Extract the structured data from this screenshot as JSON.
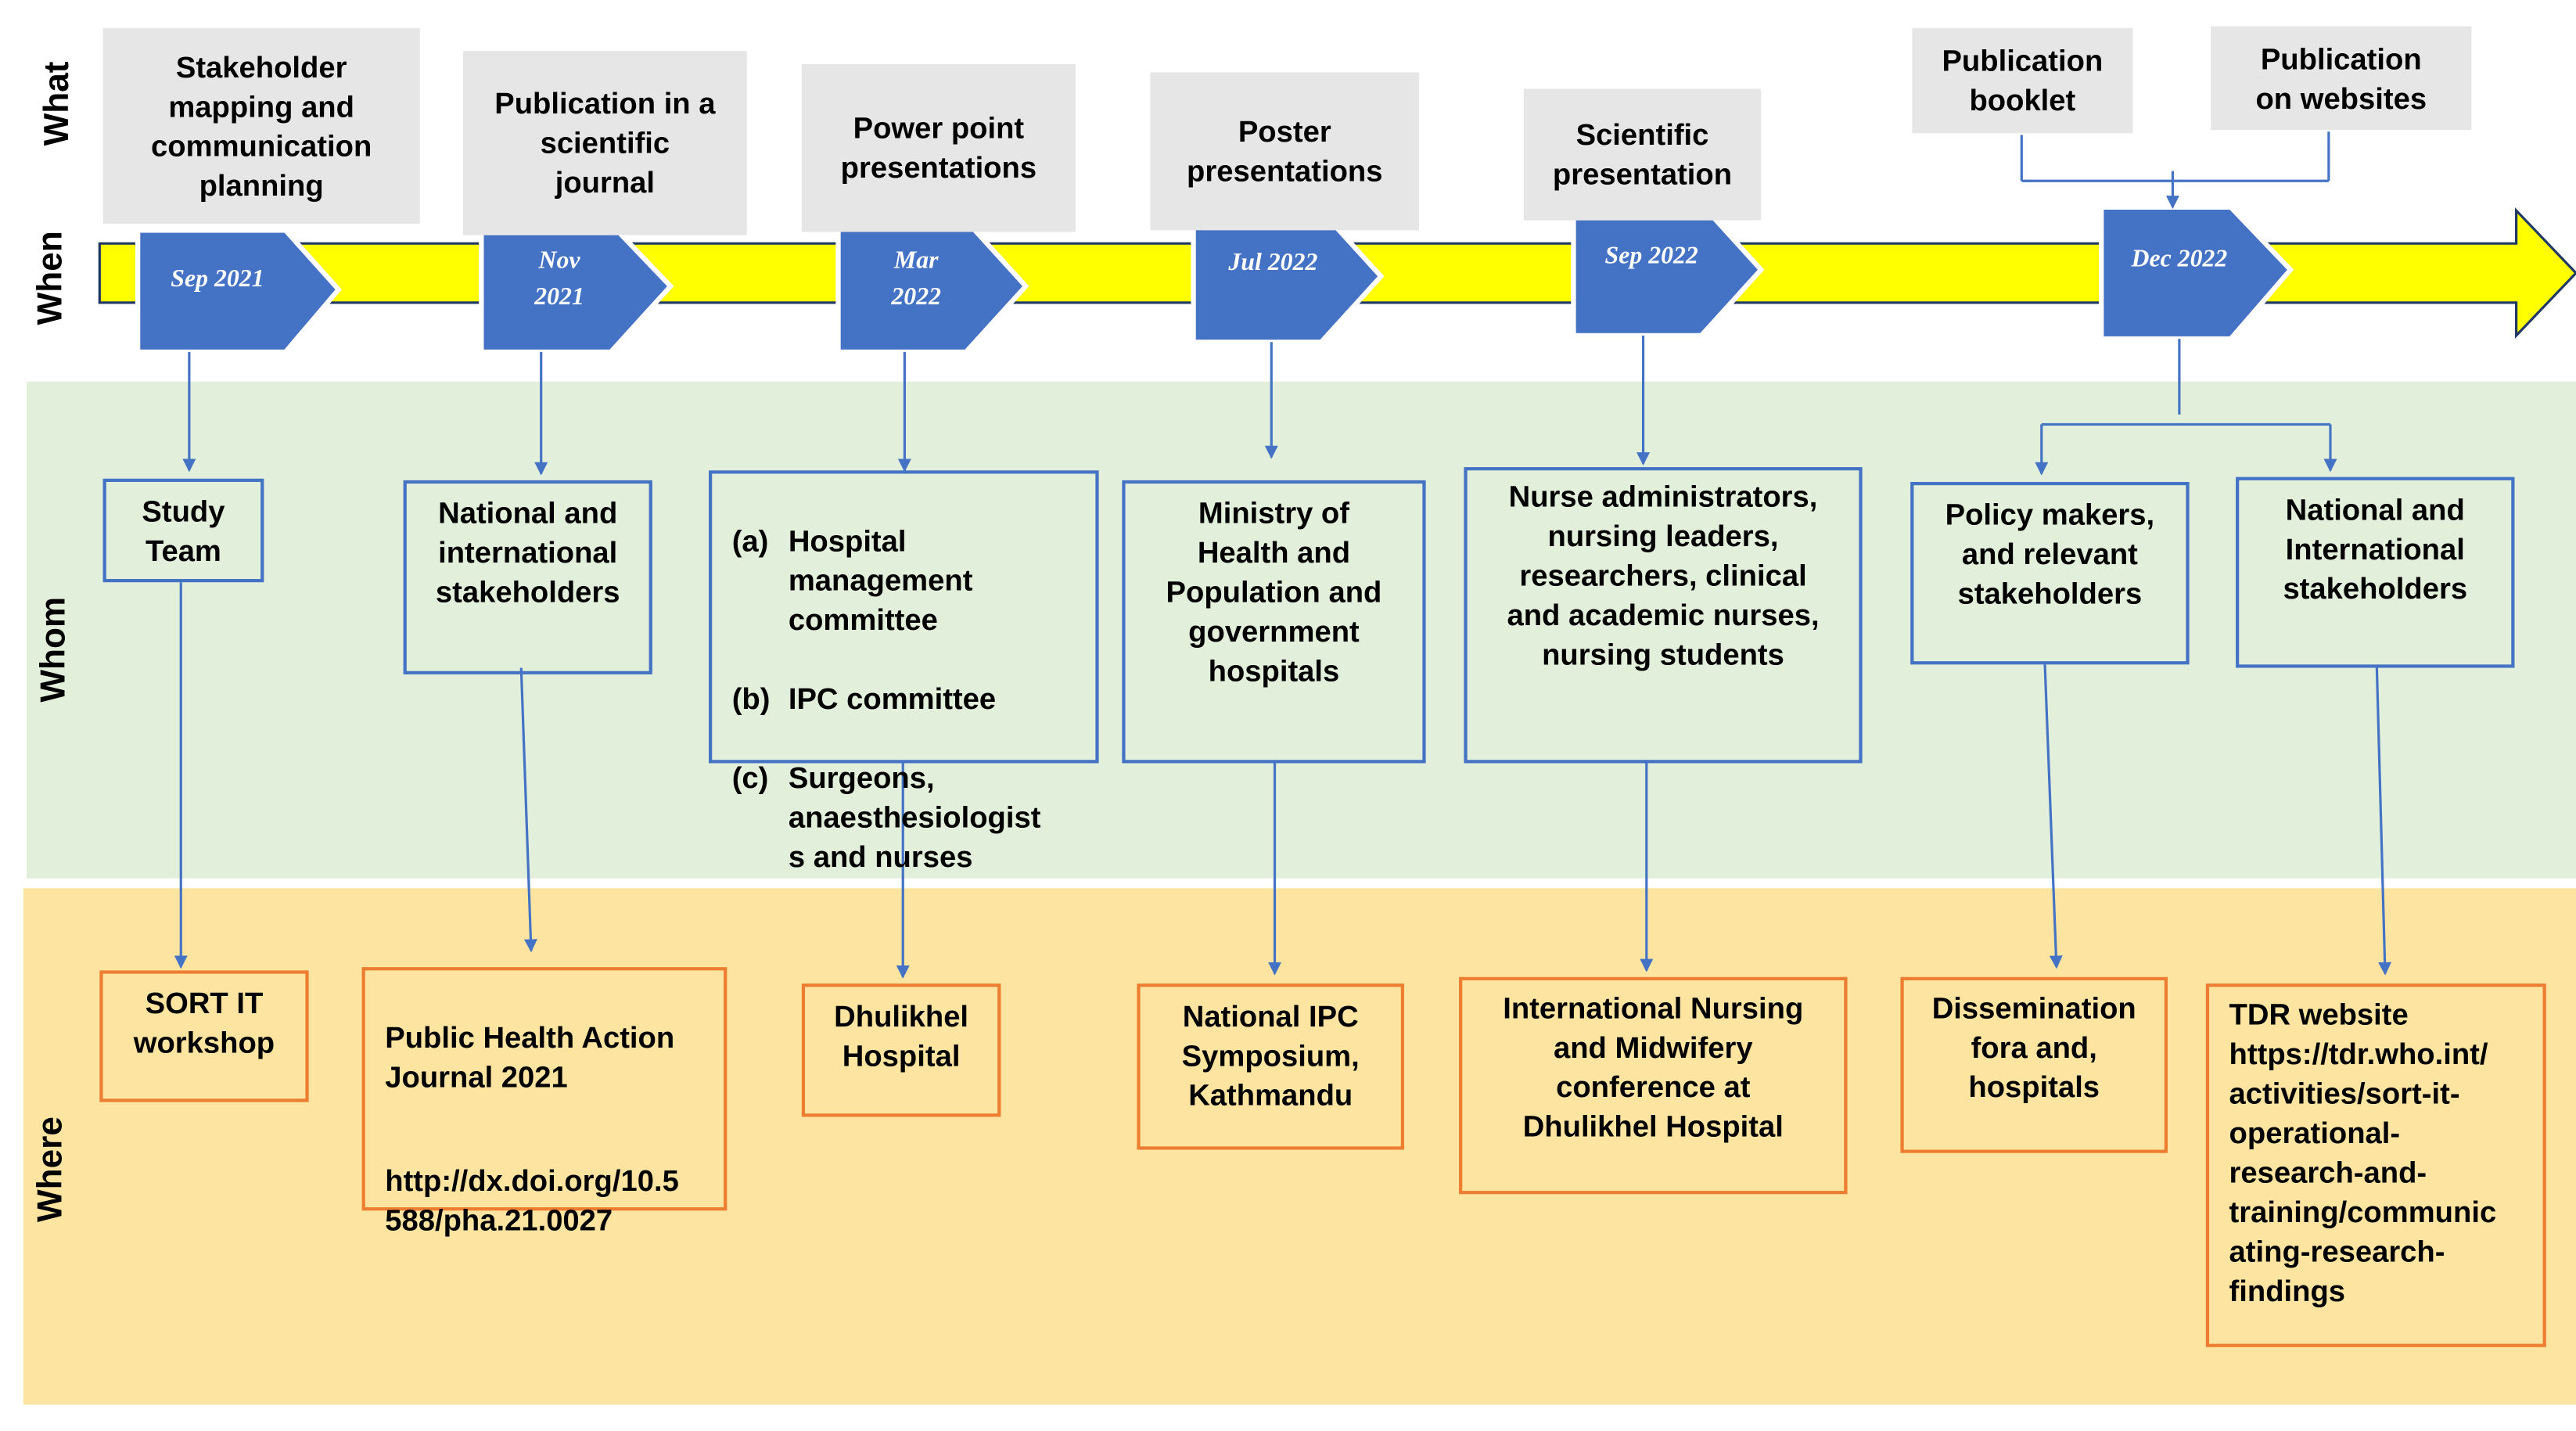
{
  "row_labels": {
    "what": "What",
    "when": "When",
    "whom": "Whom",
    "where": "Where"
  },
  "colors": {
    "timeline": "#ffff00",
    "arrow_fill": "#4472c4",
    "whom_band": "#e2efda",
    "where_band": "#fde5a1",
    "whom_border": "#4472c4",
    "where_border": "#ed7d31",
    "what_box": "#e7e6e6"
  },
  "what": [
    "Stakeholder\nmapping and\ncommunication\nplanning",
    "Publication in a\nscientific\njournal",
    "Power point\npresentations",
    "Poster\npresentations",
    "Scientific\npresentation",
    "Publication\nbooklet",
    "Publication\non websites"
  ],
  "when": [
    "Sep 2021",
    "Nov\n2021",
    "Mar\n2022",
    "Jul 2022",
    "Sep 2022",
    "Dec 2022"
  ],
  "whom": {
    "study_team": "Study\nTeam",
    "national_international": "National and\ninternational\nstakeholders",
    "hospital_list": [
      {
        "marker": "(a)",
        "text": "Hospital\nmanagement\ncommittee"
      },
      {
        "marker": "(b)",
        "text": "IPC committee"
      },
      {
        "marker": "(c)",
        "text": "Surgeons,\nanaesthesiologist\ns and nurses"
      }
    ],
    "ministry": "Ministry of\nHealth and\nPopulation and\ngovernment\nhospitals",
    "nurses": "Nurse administrators,\nnursing leaders,\nresearchers, clinical\nand academic nurses,\nnursing students",
    "policy_makers": "Policy makers,\nand relevant\nstakeholders",
    "national_international_2": "National and\nInternational\nstakeholders"
  },
  "where": {
    "sort_it": "SORT IT\nworkshop",
    "journal": "Public Health Action\nJournal 2021",
    "journal_doi": "http://dx.doi.org/10.5\n588/pha.21.0027",
    "dhulikhel": "Dhulikhel\nHospital",
    "national_ipc": "National IPC\nSymposium,\nKathmandu",
    "intl_nursing": "International Nursing\nand Midwifery\nconference at\nDhulikhel Hospital",
    "dissemination": "Dissemination\nfora and,\nhospitals",
    "tdr": "TDR website\nhttps://tdr.who.int/\nactivities/sort-it-\noperational-\nresearch-and-\ntraining/communic\nating-research-\nfindings"
  }
}
